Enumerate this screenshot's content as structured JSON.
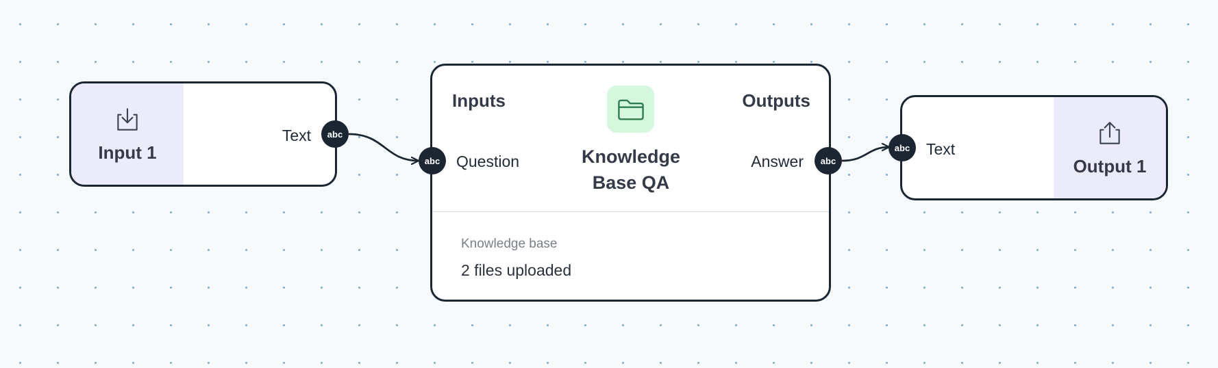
{
  "nodes": {
    "input": {
      "title": "Input 1",
      "icon": "download-tray-icon",
      "output_port": {
        "label": "Text",
        "type": "abc"
      }
    },
    "knowledge_base_qa": {
      "inputs_heading": "Inputs",
      "outputs_heading": "Outputs",
      "icon": "folder-icon",
      "title_line1": "Knowledge",
      "title_line2": "Base QA",
      "input_port": {
        "label": "Question",
        "type": "abc"
      },
      "output_port": {
        "label": "Answer",
        "type": "abc"
      },
      "field_label": "Knowledge base",
      "field_value": "2 files uploaded"
    },
    "output": {
      "title": "Output 1",
      "icon": "upload-tray-icon",
      "input_port": {
        "label": "Text",
        "type": "abc"
      }
    }
  },
  "edges": [
    {
      "from": "Input 1.Text",
      "to": "Knowledge Base QA.Question"
    },
    {
      "from": "Knowledge Base QA.Answer",
      "to": "Output 1.Text"
    }
  ],
  "colors": {
    "canvas_bg": "#f7fafd",
    "grid_dot": "#87acd2",
    "node_border": "#1c2633",
    "io_panel_bg": "#ecebfb",
    "folder_bg": "#d5f7de",
    "folder_stroke": "#2f7d4f"
  }
}
